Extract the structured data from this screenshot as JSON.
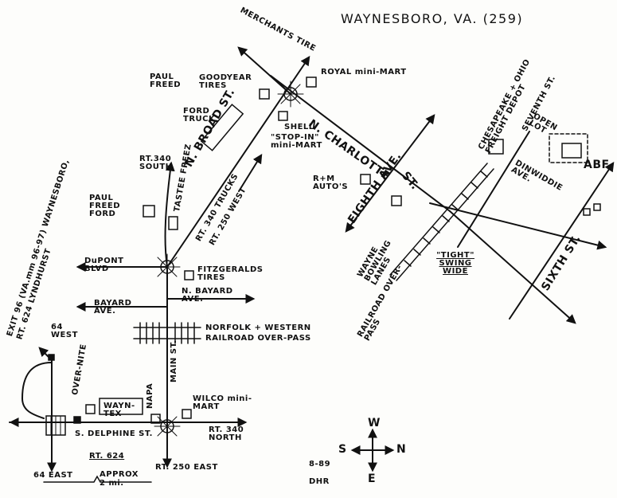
{
  "title": "WAYNESBORO, VA.",
  "map_number": "(259)",
  "signature": {
    "date": "8-89",
    "initials": "DHR"
  },
  "compass": {
    "north": "N",
    "south": "S",
    "east": "E",
    "west": "W"
  },
  "roads": {
    "merchants_tire": "MERCHANTS TIRE",
    "royal_mini_mart": "ROYAL mini-MART",
    "n_charlotte": "N. CHARLOTTE",
    "st_suffix": "ST.",
    "shell": "SHELL",
    "stop_in": "\"STOP-IN\" mini-MART",
    "goodyear": "GOODYEAR TIRES",
    "paul_freed_1": "PAUL FREED",
    "ford_truck": "FORD TRUCK",
    "n_broad": "N. BROAD ST.",
    "rt340_south": "RT.340 SOUTH",
    "tastee_freez": "TASTEE FREEZ",
    "rt340_trucks": "RT. 340 TRUCKS",
    "rt250_west": "RT. 250 WEST",
    "paul_freed_2": "PAUL FREED FORD",
    "dupont": "DuPONT BLVD",
    "fitzgeralds": "FITZGERALDS TIRES",
    "bayard_left": "BAYARD AVE.",
    "n_bayard": "N. BAYARD AVE.",
    "norfolk": "NORFOLK + WESTERN RAILROAD OVER-PASS",
    "main_st": "MAIN ST.",
    "rpm_autos": "R+M AUTO'S",
    "eighth": "EIGHTH AVE.",
    "wayne_bowling": "WAYNE BOWLING LANES",
    "railroad_overpass": "RAILROAD OVER-PASS",
    "tight_swing": "\"TIGHT\" SWING WIDE",
    "ches_ohio": "CHESAPEAKE + OHIO FREIGHT DEPOT",
    "seventh": "SEVENTH ST.",
    "open_lot": "OPEN LOT",
    "abf": "ABF",
    "dinwiddie": "DINWIDDIE AVE.",
    "sixth": "SIXTH ST.",
    "exit96": "EXIT 96 (VA.mm 96-97) WAYNESBORO, RT. 624 LYNDHURST",
    "i64_west": "64 WEST",
    "overnite": "OVER-NITE",
    "waynetex": "WAYN-TEX",
    "napa": "NAPA",
    "wilco": "WILCO mini-MART",
    "s_delphine": "S. DELPHINE ST.",
    "rt624": "RT. 624",
    "rt340_north": "RT. 340 NORTH",
    "rt250_east": "RT. 250 EAST",
    "i64_east": "64 EAST",
    "approx": "APPROX 2 mi."
  }
}
